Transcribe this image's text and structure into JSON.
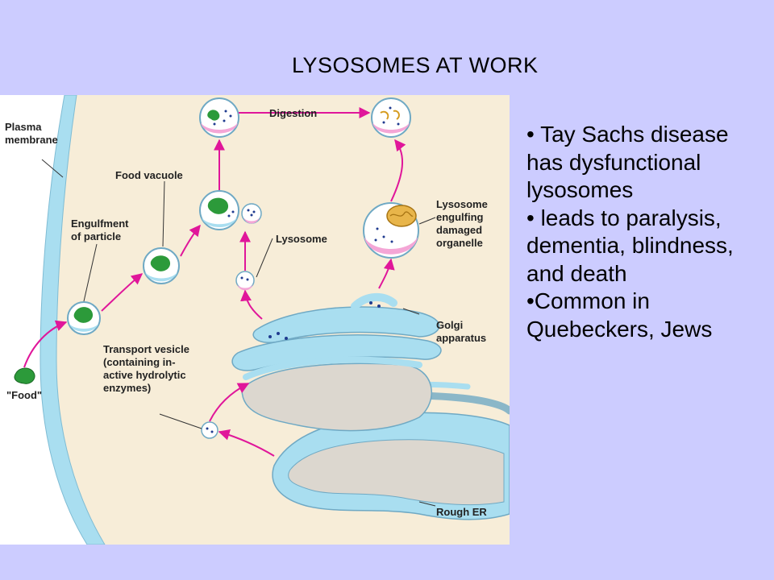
{
  "title": "LYSOSOMES AT WORK",
  "diagram": {
    "labels": {
      "plasma_membrane": [
        "Plasma",
        "membrane"
      ],
      "food_vacuole": "Food vacuole",
      "engulfment": [
        "Engulfment",
        "of particle"
      ],
      "food": "\"Food\"",
      "digestion": "Digestion",
      "lysosome": "Lysosome",
      "lysosome_engulfing": [
        "Lysosome",
        "engulfing",
        "damaged",
        "organelle"
      ],
      "golgi": [
        "Golgi",
        "apparatus"
      ],
      "transport_vesicle": [
        "Transport vesicle",
        "(containing in-",
        "active hydrolytic",
        "enzymes)"
      ],
      "rough_er": "Rough ER"
    },
    "colors": {
      "membrane_blue": "#a9def0",
      "cytoplasm": "#f7edd8",
      "arrow_magenta": "#e0169a",
      "lysosome_pink": "#f4a6d6",
      "food_green": "#2c9a3a"
    }
  },
  "bullets": [
    "• Tay Sachs disease has dysfunctional lysosomes",
    "• leads to paralysis, dementia, blindness, and death",
    "•Common in Quebeckers, Jews"
  ]
}
